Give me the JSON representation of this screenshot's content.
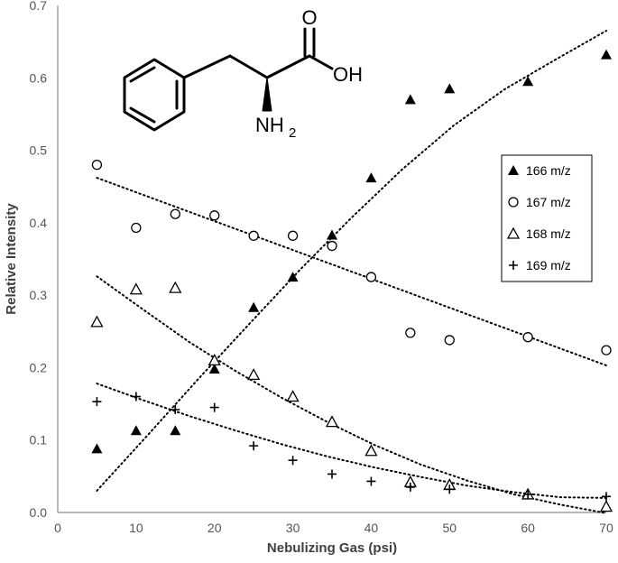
{
  "chart_data": {
    "type": "scatter",
    "xlabel": "Nebulizing Gas (psi)",
    "ylabel": "Relative Intensity",
    "xlim": [
      0,
      70
    ],
    "ylim": [
      0,
      0.7
    ],
    "xticks": [
      "0",
      "10",
      "20",
      "30",
      "40",
      "50",
      "60",
      "70"
    ],
    "yticks": [
      "0.0",
      "0.1",
      "0.2",
      "0.3",
      "0.4",
      "0.5",
      "0.6",
      "0.7"
    ],
    "grid": false,
    "legend": "right",
    "series": [
      {
        "name": "166 m/z",
        "marker": "filled-triangle",
        "x": [
          5,
          10,
          15,
          20,
          25,
          30,
          35,
          40,
          45,
          50,
          60,
          70
        ],
        "y": [
          0.088,
          0.113,
          0.113,
          0.198,
          0.283,
          0.325,
          0.383,
          0.462,
          0.57,
          0.585,
          0.595,
          0.632
        ],
        "trend": [
          0.03,
          0.107,
          0.185,
          0.261,
          0.336,
          0.407,
          0.474,
          0.534,
          0.584,
          0.625,
          0.665
        ]
      },
      {
        "name": "167 m/z",
        "marker": "open-circle",
        "x": [
          5,
          10,
          15,
          20,
          25,
          30,
          35,
          40,
          45,
          50,
          60,
          70
        ],
        "y": [
          0.48,
          0.393,
          0.412,
          0.41,
          0.382,
          0.382,
          0.368,
          0.325,
          0.248,
          0.238,
          0.242,
          0.224
        ],
        "trend": [
          0.462,
          0.203
        ]
      },
      {
        "name": "168 m/z",
        "marker": "open-triangle",
        "x": [
          5,
          10,
          15,
          20,
          25,
          30,
          35,
          40,
          45,
          50,
          60,
          70
        ],
        "y": [
          0.263,
          0.308,
          0.31,
          0.21,
          0.19,
          0.16,
          0.125,
          0.085,
          0.042,
          0.038,
          0.025,
          0.008
        ],
        "trend": [
          0.326,
          0.28,
          0.235,
          0.195,
          0.158,
          0.124,
          0.093,
          0.066,
          0.044,
          0.025,
          0.011,
          -0.001
        ]
      },
      {
        "name": "169 m/z",
        "marker": "plus",
        "x": [
          5,
          10,
          15,
          20,
          25,
          30,
          35,
          40,
          45,
          50,
          60,
          70
        ],
        "y": [
          0.153,
          0.16,
          0.142,
          0.145,
          0.092,
          0.072,
          0.053,
          0.043,
          0.035,
          0.032,
          0.025,
          0.022
        ],
        "trend": [
          0.178,
          0.155,
          0.133,
          0.113,
          0.094,
          0.077,
          0.062,
          0.049,
          0.037,
          0.028,
          0.021,
          0.02
        ]
      }
    ],
    "inset_structure": {
      "labels": [
        "O",
        "OH",
        "NH",
        "2"
      ]
    }
  }
}
